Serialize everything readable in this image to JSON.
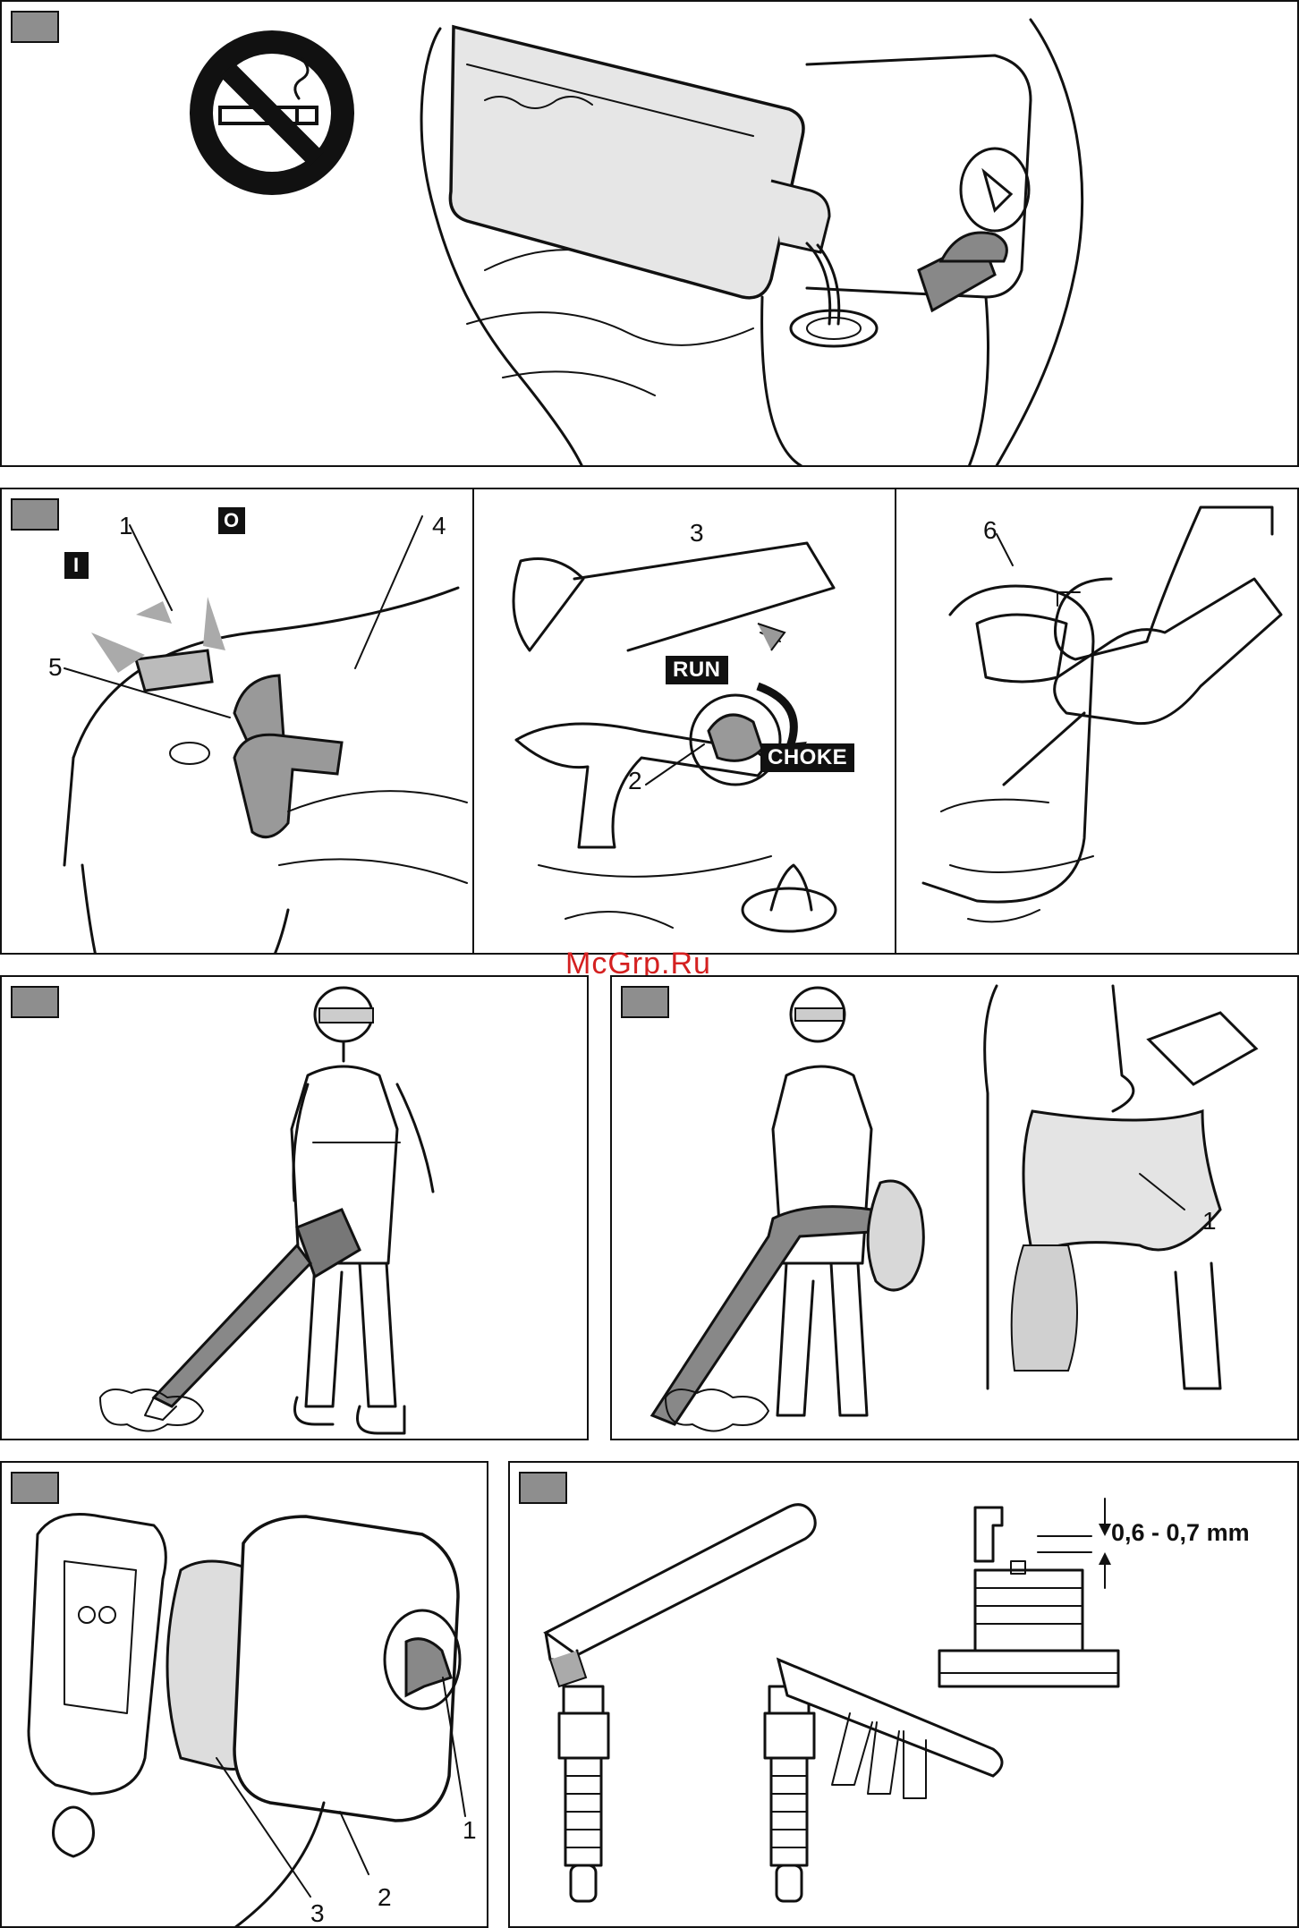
{
  "watermark": "McGrp.Ru",
  "panel_fuel": {
    "alt": "no-smoking sign, pouring fuel into tank"
  },
  "panel_start": {
    "labels": {
      "n1": "1",
      "n2": "2",
      "n3": "3",
      "n4": "4",
      "n5": "5",
      "n6": "6"
    },
    "switch_on": "I",
    "switch_off": "O",
    "run": "RUN",
    "choke": "CHOKE"
  },
  "panel_bag": {
    "n1": "1"
  },
  "panel_filter": {
    "n1": "1",
    "n2": "2",
    "n3": "3"
  },
  "panel_plug": {
    "gap": "0,6 - 0,7 mm"
  }
}
